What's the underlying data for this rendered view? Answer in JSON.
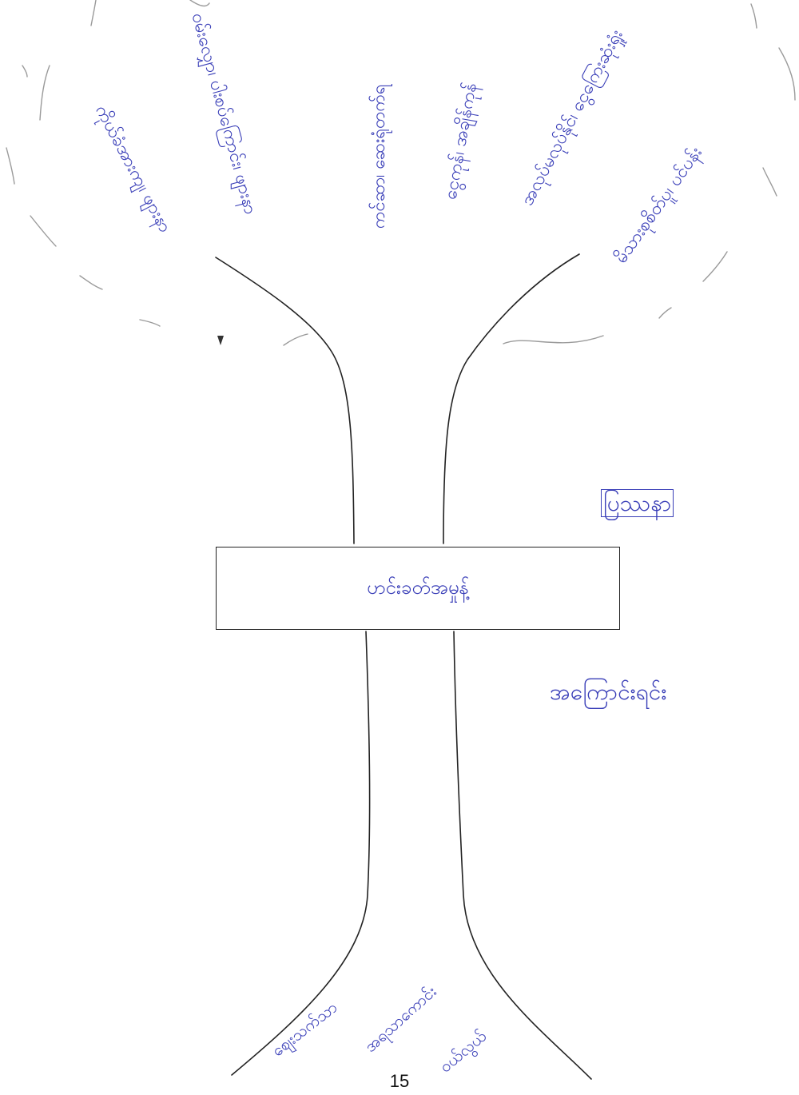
{
  "diagram": {
    "center_label": "ဟင်းခတ်အမှုန့်",
    "side_labels": {
      "top": "ပြဿနာ",
      "bottom": "အကြောင်းရင်း"
    },
    "leaves": [
      "ကိုယ်ခံအားကျ၊ ဖျားနာ",
      "ဝမ်းလျှော၊ ပါးစပ်ကြောင်း၊ ဖျားနာ",
      "ကင်ဆာ၊ ဆေးရုံတက်ရ",
      "ငွေကုန်၊ အချိန်ကုန်",
      "အလုပ်မလုပ်နိုင်၊ ငွေကြေးဆုံးရှုံး",
      "မိသားစုစိတ်ပူ၊ ပင်ပန်း"
    ],
    "roots": [
      "စျေးသက်သာ",
      "အရသာကောင်း",
      "ဝယ်လွယ်"
    ]
  },
  "page_number": "15",
  "colors": {
    "ink": "#3a3fb8",
    "line": "#222222"
  }
}
